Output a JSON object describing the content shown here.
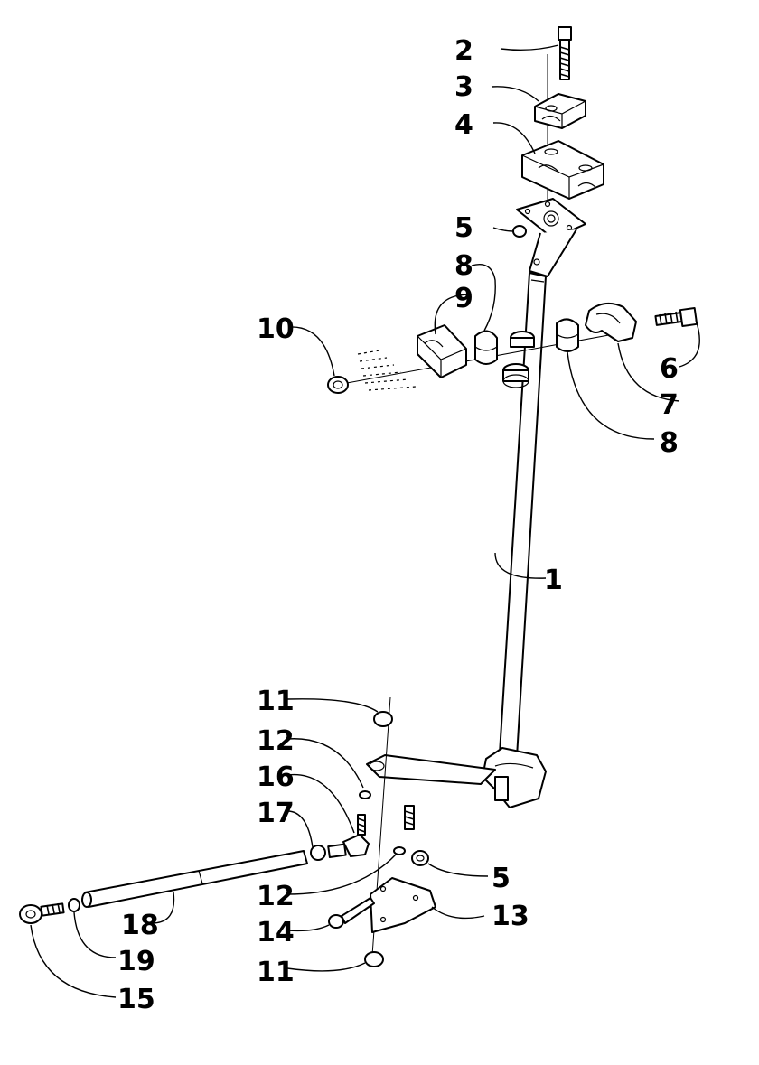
{
  "diagram": {
    "callouts": [
      "1",
      "2",
      "3",
      "4",
      "5",
      "5",
      "6",
      "7",
      "8",
      "8",
      "9",
      "10",
      "11",
      "11",
      "12",
      "12",
      "13",
      "14",
      "15",
      "16",
      "17",
      "18",
      "19"
    ]
  }
}
